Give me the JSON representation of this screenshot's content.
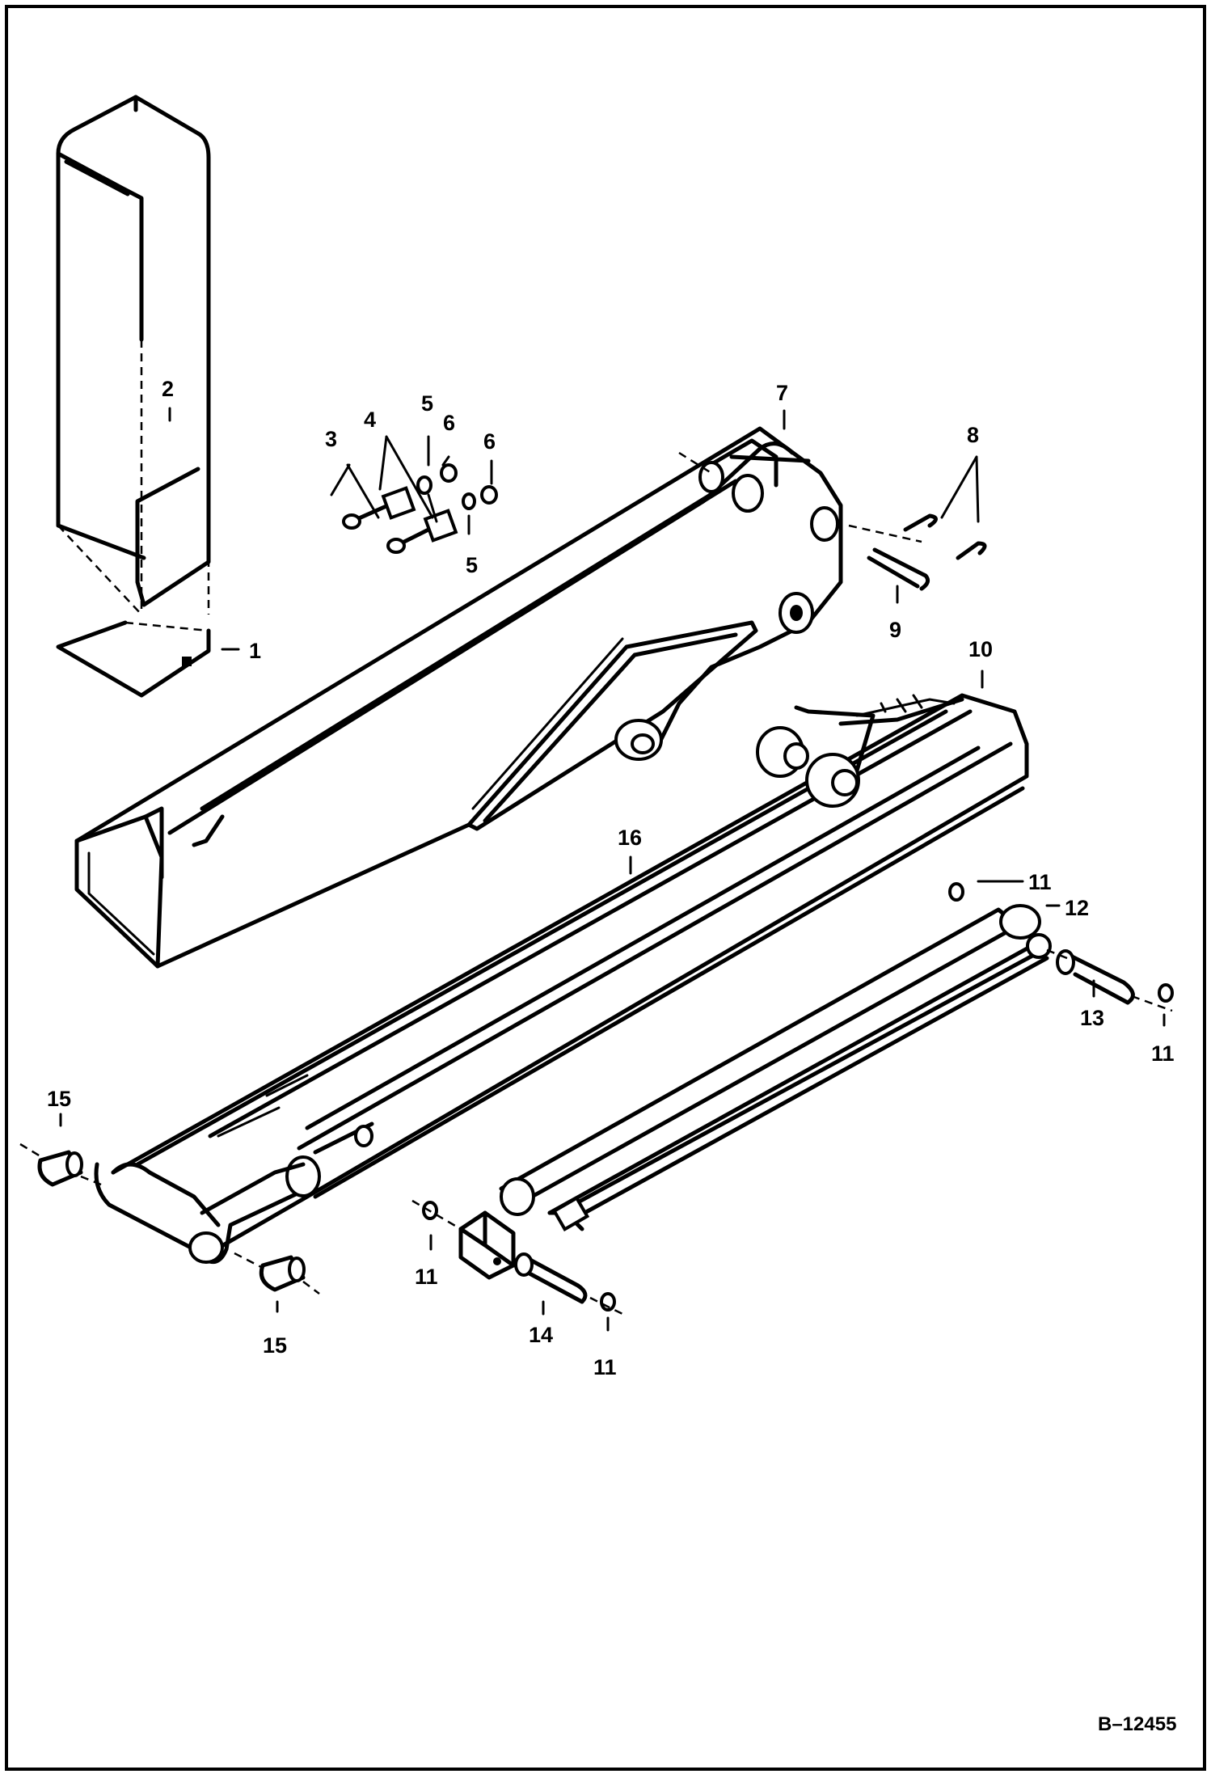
{
  "diagram": {
    "reference_code": "B–12455",
    "callouts": [
      {
        "id": "c1",
        "text": "1"
      },
      {
        "id": "c2",
        "text": "2"
      },
      {
        "id": "c3",
        "text": "3"
      },
      {
        "id": "c4",
        "text": "4"
      },
      {
        "id": "c5a",
        "text": "5"
      },
      {
        "id": "c5b",
        "text": "5"
      },
      {
        "id": "c6a",
        "text": "6"
      },
      {
        "id": "c6b",
        "text": "6"
      },
      {
        "id": "c7",
        "text": "7"
      },
      {
        "id": "c8",
        "text": "8"
      },
      {
        "id": "c9",
        "text": "9"
      },
      {
        "id": "c10",
        "text": "10"
      },
      {
        "id": "c11a",
        "text": "11"
      },
      {
        "id": "c11b",
        "text": "11"
      },
      {
        "id": "c11c",
        "text": "11"
      },
      {
        "id": "c11d",
        "text": "11"
      },
      {
        "id": "c12",
        "text": "12"
      },
      {
        "id": "c13",
        "text": "13"
      },
      {
        "id": "c14",
        "text": "14"
      },
      {
        "id": "c15a",
        "text": "15"
      },
      {
        "id": "c15b",
        "text": "15"
      },
      {
        "id": "c16",
        "text": "16"
      }
    ]
  }
}
